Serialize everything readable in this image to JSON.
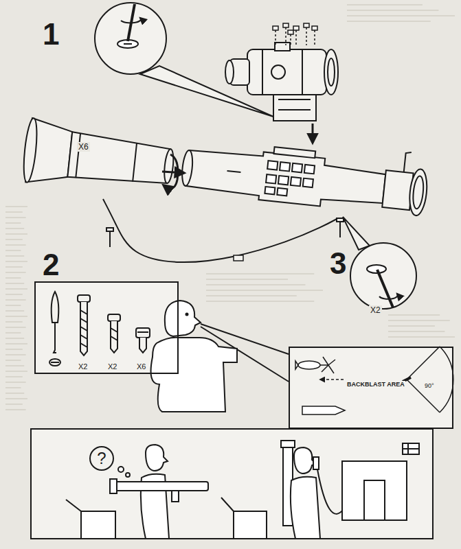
{
  "diagram": {
    "nodes": [
      {
        "text": [
          "X2",
          "X2",
          "X6"
        ]
      },
      {
        "text": [
          "BACKBLAST AREA",
          "90°"
        ]
      },
      {
        "text": [
          "?"
        ]
      }
    ],
    "labels": [
      "1",
      "X6",
      "2",
      "3",
      "X2"
    ]
  }
}
